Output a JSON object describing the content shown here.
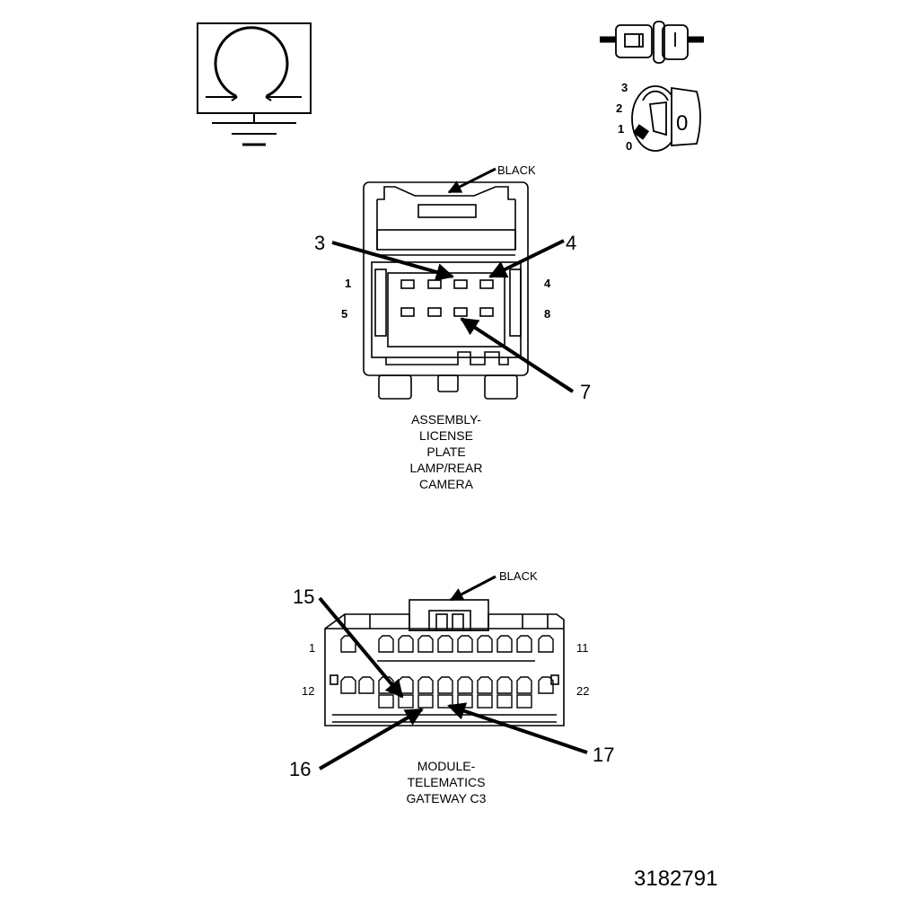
{
  "ground_symbol": {
    "icon": "ground-loop-icon"
  },
  "key_switch": {
    "icon": "key-switch-icon",
    "positions": [
      "3",
      "2",
      "1",
      "0"
    ],
    "key_glyph": "0"
  },
  "connector_license": {
    "color_label": "BLACK",
    "pin_labels": {
      "top_left": "1",
      "top_right": "4",
      "bottom_left": "5",
      "bottom_right": "8"
    },
    "callouts": [
      "3",
      "4",
      "7"
    ],
    "title_lines": [
      "ASSEMBLY-",
      "LICENSE",
      "PLATE",
      "LAMP/REAR",
      "CAMERA"
    ]
  },
  "connector_telematics": {
    "color_label": "BLACK",
    "pin_labels": {
      "top_left": "1",
      "top_right": "11",
      "bottom_left": "12",
      "bottom_right": "22"
    },
    "callouts": [
      "15",
      "16",
      "17"
    ],
    "title_lines": [
      "MODULE-",
      "TELEMATICS",
      "GATEWAY C3"
    ]
  },
  "figure_id": "3182791"
}
